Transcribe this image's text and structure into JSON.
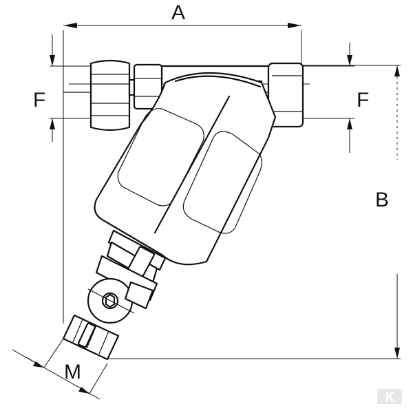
{
  "labels": {
    "width": "A",
    "height": "B",
    "inlet_connection": "F",
    "outlet_connection": "F",
    "drain_connection": "M"
  },
  "logo": {
    "mark": "K",
    "icon": "brand-k-logo"
  },
  "colors": {
    "line": "#111111",
    "background": "#ffffff",
    "logo": "#e8e8e8"
  }
}
